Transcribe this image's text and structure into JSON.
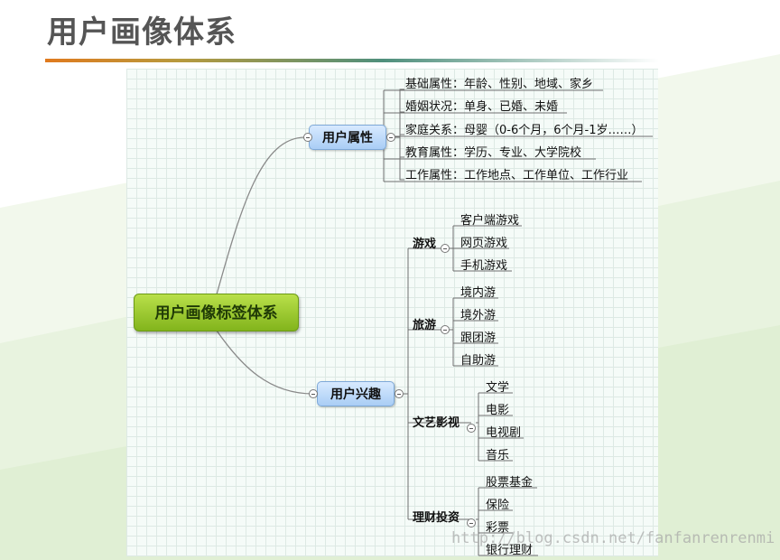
{
  "slide": {
    "title": "用户画像体系"
  },
  "mindmap": {
    "root": "用户画像标签体系",
    "branches": [
      {
        "label": "用户属性",
        "leaves": [
          "基础属性：年龄、性别、地域、家乡",
          "婚姻状况：单身、已婚、未婚",
          "家庭关系：母婴（0-6个月，6个月-1岁……）",
          "教育属性：学历、专业、大学院校",
          "工作属性：工作地点、工作单位、工作行业"
        ]
      },
      {
        "label": "用户兴趣",
        "categories": [
          {
            "label": "游戏",
            "leaves": [
              "客户端游戏",
              "网页游戏",
              "手机游戏"
            ]
          },
          {
            "label": "旅游",
            "leaves": [
              "境内游",
              "境外游",
              "跟团游",
              "自助游"
            ]
          },
          {
            "label": "文艺影视",
            "leaves": [
              "文学",
              "电影",
              "电视剧",
              "音乐"
            ]
          },
          {
            "label": "理财投资",
            "leaves": [
              "股票基金",
              "保险",
              "彩票",
              "银行理财"
            ]
          }
        ]
      }
    ]
  },
  "watermark": "http://blog.csdn.net/fanfanrenrenmi"
}
